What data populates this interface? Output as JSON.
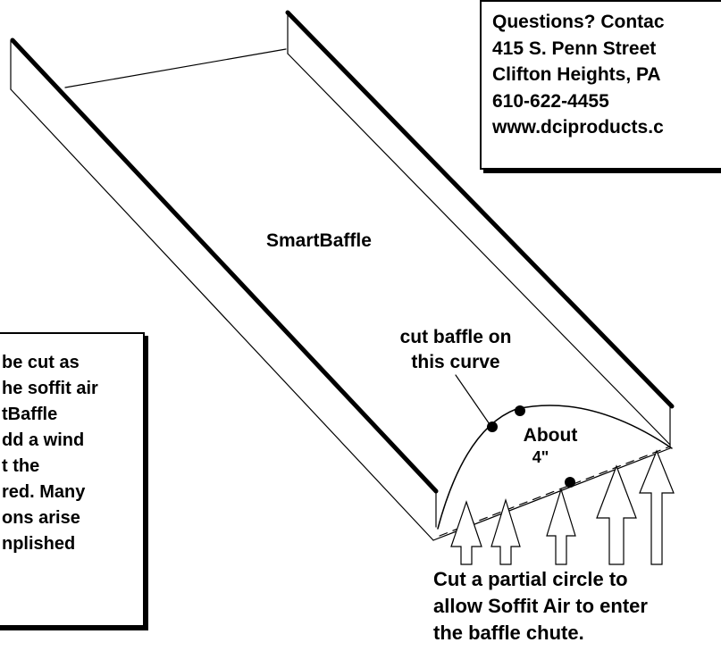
{
  "contact_box": {
    "lines": [
      "Questions? Contac",
      "415 S. Penn Street",
      "Clifton Heights, PA",
      "610-622-4455",
      "www.dciproducts.c"
    ]
  },
  "note_box": {
    "lines": [
      "be cut as",
      "he soffit air",
      "tBaffle",
      "dd a wind",
      "t the",
      "red. Many",
      "ons arise",
      "nplished"
    ]
  },
  "labels": {
    "product_name": "SmartBaffle",
    "cut_instruction_1": "cut baffle on",
    "cut_instruction_2": "this curve",
    "about_1": "About",
    "about_2": "4\"",
    "bottom_1": "Cut a partial circle to",
    "bottom_2": "allow Soffit Air to enter",
    "bottom_3": "the baffle chute."
  }
}
